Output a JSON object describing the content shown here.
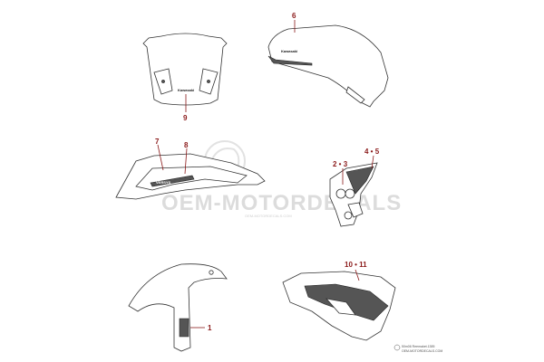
{
  "callouts": {
    "c1": "1",
    "c23": "2 • 3",
    "c45": "4 • 5",
    "c6": "6",
    "c7": "7",
    "c8": "8",
    "c9": "9",
    "c1011": "10 • 11"
  },
  "decals": {
    "windshield_brand": "Kawasaki",
    "cowl_brand": "Kawasaki",
    "tank_model": "VERSYS"
  },
  "watermark": {
    "main": "OEM-MOTORDECALS",
    "sub": "OEM-MOTORDECALS.COM"
  },
  "footer": {
    "line1": "50m06 Reemaket.1385",
    "line2": "OEM-MOTORDECALS.COM"
  },
  "colors": {
    "callout": "#8b1a1a",
    "outline": "#333333",
    "watermark": "#dcdcdc"
  }
}
